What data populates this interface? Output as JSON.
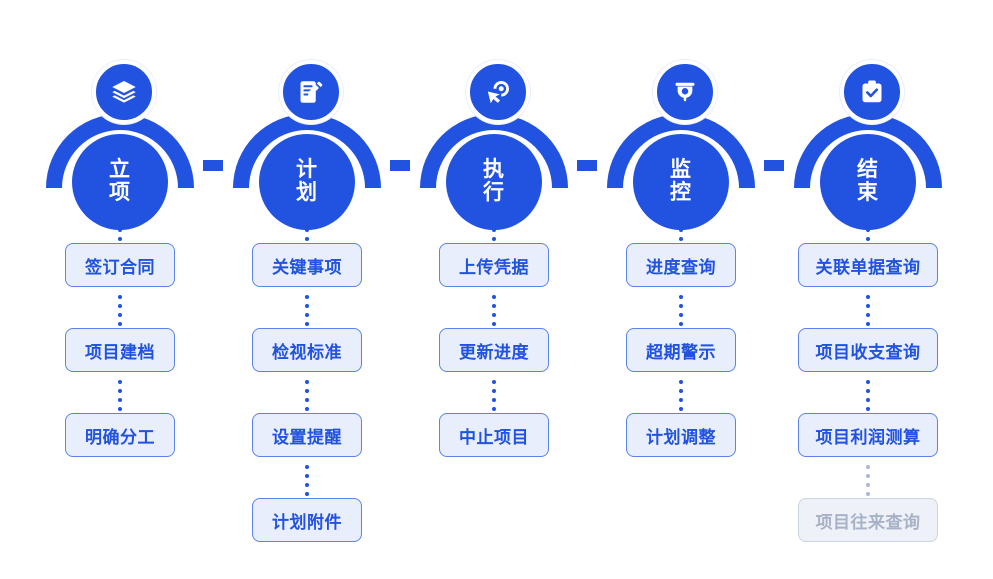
{
  "theme": {
    "primary": "#2152e0",
    "item_bg": "#e8eefc",
    "item_border": "#5a83ec",
    "disabled_bg": "#eef1f7",
    "disabled_border": "#cbd3e3",
    "disabled_text": "#a8b2c6",
    "page_bg": "#ffffff"
  },
  "stages": [
    {
      "id": "initiation",
      "label": "立项",
      "icon": "layers-icon",
      "items": [
        {
          "label": "签订合同",
          "state": "active"
        },
        {
          "label": "项目建档",
          "state": "active"
        },
        {
          "label": "明确分工",
          "state": "active"
        }
      ]
    },
    {
      "id": "planning",
      "label": "计划",
      "icon": "document-edit-icon",
      "items": [
        {
          "label": "关键事项",
          "state": "active"
        },
        {
          "label": "检视标准",
          "state": "active"
        },
        {
          "label": "设置提醒",
          "state": "active"
        },
        {
          "label": "计划附件",
          "state": "active"
        }
      ]
    },
    {
      "id": "execution",
      "label": "执行",
      "icon": "cursor-click-icon",
      "items": [
        {
          "label": "上传凭据",
          "state": "active"
        },
        {
          "label": "更新进度",
          "state": "active"
        },
        {
          "label": "中止项目",
          "state": "active"
        }
      ]
    },
    {
      "id": "monitoring",
      "label": "监控",
      "icon": "surveillance-camera-icon",
      "items": [
        {
          "label": "进度查询",
          "state": "active"
        },
        {
          "label": "超期警示",
          "state": "active"
        },
        {
          "label": "计划调整",
          "state": "active"
        }
      ]
    },
    {
      "id": "closing",
      "label": "结束",
      "icon": "clipboard-check-icon",
      "items": [
        {
          "label": "关联单据查询",
          "state": "active"
        },
        {
          "label": "项目收支查询",
          "state": "active"
        },
        {
          "label": "项目利润测算",
          "state": "active"
        },
        {
          "label": "项目往来查询",
          "state": "disabled"
        }
      ]
    }
  ]
}
